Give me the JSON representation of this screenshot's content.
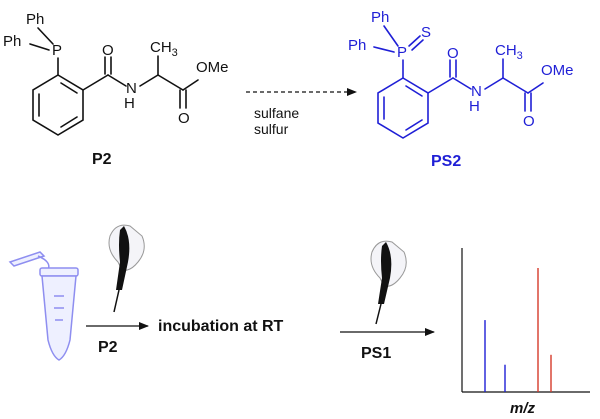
{
  "colors": {
    "black": "#111111",
    "blue": "#1f1fd6",
    "red": "#d63a2a",
    "tube": "#8e8ef0",
    "tube_fill": "#eef0ff"
  },
  "molecule": {
    "ph": "Ph",
    "p": "P",
    "s": "S",
    "o": "O",
    "n": "N",
    "h": "H",
    "ch": "CH",
    "three": "3",
    "ome": "OMe"
  },
  "reaction": {
    "reagent_line1": "sulfane",
    "reagent_line2": "sulfur"
  },
  "compounds": {
    "start": "P2",
    "product": "PS2"
  },
  "workflow": {
    "step1_reagent": "P2",
    "step_label": "incubation at RT",
    "step2_reagent": "PS1",
    "ms_axis_label": "m/z"
  },
  "spectrum": {
    "blue_peaks": [
      0.58,
      0.22
    ],
    "red_peaks": [
      1.0,
      0.3
    ]
  }
}
